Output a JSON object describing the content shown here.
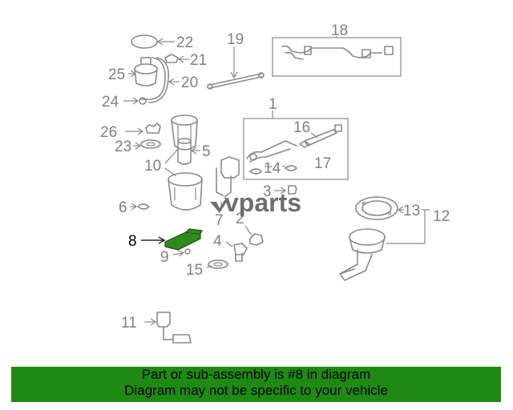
{
  "labels": {
    "l1": "1",
    "l2": "2",
    "l3": "3",
    "l4": "4",
    "l5": "5",
    "l6": "6",
    "l7": "7",
    "l8": "8",
    "l9": "9",
    "l10": "10",
    "l11": "11",
    "l12": "12",
    "l13": "13",
    "l14": "14",
    "l15": "15",
    "l16": "16",
    "l17": "17",
    "l18": "18",
    "l19": "19",
    "l20": "20",
    "l21": "21",
    "l22": "22",
    "l23": "23",
    "l24": "24",
    "l25": "25",
    "l26": "26"
  },
  "highlighted_part": "8",
  "watermark": "vparts",
  "banner": {
    "line1": "Part or sub-assembly is #8 in diagram",
    "line2": "Diagram may not be specific to your vehicle",
    "color": "#1e8a14"
  },
  "colors": {
    "highlight_fill": "#2f8a1e",
    "line_art": "#8a8a8a"
  }
}
